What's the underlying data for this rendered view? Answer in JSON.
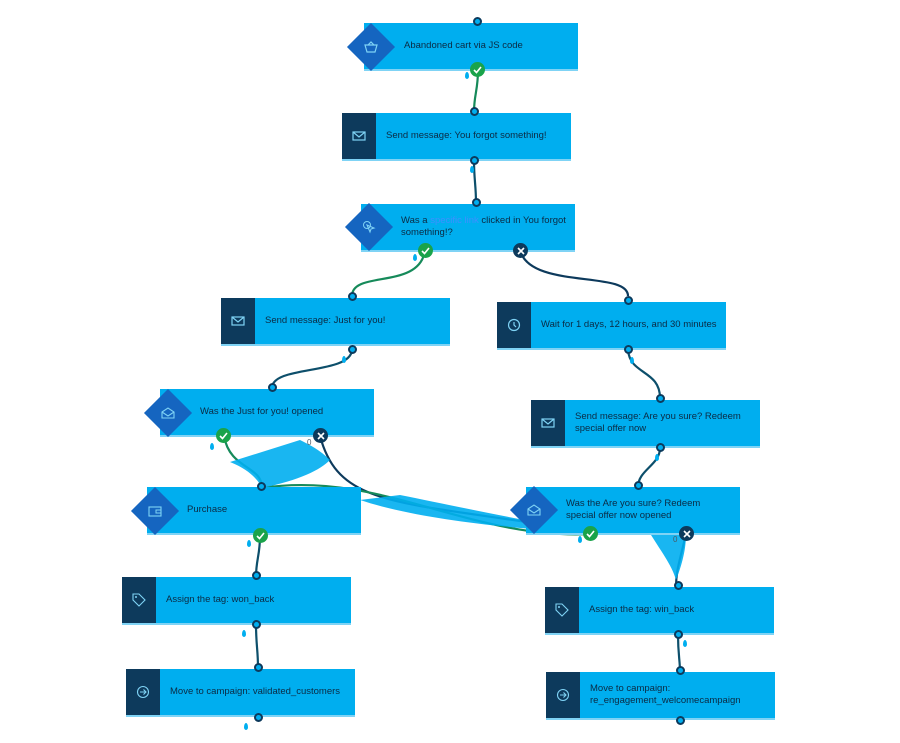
{
  "nodes": {
    "trigger": {
      "label": "Abandoned cart via JS code",
      "icon": "basket-icon"
    },
    "send_forgot": {
      "label": "Send message: You forgot something!",
      "icon": "envelope-icon"
    },
    "cond_link": {
      "prefix": "Was a ",
      "link": "specific link",
      "suffix": " clicked in You forgot something!?",
      "icon": "cursor-click-icon"
    },
    "send_just": {
      "label": "Send message: Just for you!",
      "icon": "envelope-icon"
    },
    "wait": {
      "label": "Wait for 1 days, 12 hours, and 30 minutes",
      "icon": "clock-icon"
    },
    "cond_opened_just": {
      "label": "Was the Just for you! opened",
      "icon": "open-envelope-icon"
    },
    "send_sure": {
      "label": "Send message: Are you sure? Redeem special offer now",
      "icon": "envelope-icon"
    },
    "purchase": {
      "label": "Purchase",
      "icon": "wallet-icon"
    },
    "cond_opened_sure": {
      "label": "Was the Are you sure? Redeem special offer now opened",
      "icon": "open-envelope-icon"
    },
    "tag_won": {
      "label": "Assign the tag: won_back",
      "icon": "tag-icon"
    },
    "tag_win": {
      "label": "Assign the tag: win_back",
      "icon": "tag-icon"
    },
    "move_validated": {
      "label": "Move to campaign: validated_customers",
      "icon": "arrow-right-circle-icon"
    },
    "move_reengage": {
      "label": "Move to campaign: re_engagement_welcomecampaign",
      "icon": "arrow-right-circle-icon"
    }
  },
  "counters": {
    "just_no": "0",
    "sure_no": "0"
  },
  "colors": {
    "node": "#00aeef",
    "tile": "#0d3a5c",
    "diamond": "#1565c0",
    "yes": "#1aa34a",
    "no": "#0d3a5c",
    "connector_default": "#0d4f6b",
    "connector_yes": "#168a5a"
  }
}
